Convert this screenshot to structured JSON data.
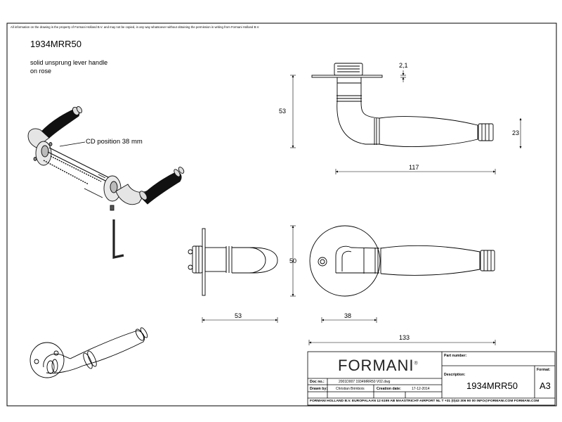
{
  "notice": "All information on the drawing is the property of Formani Holland B.V. and may not be copied, in any way whatsoever without obtaining the permission in writing from Formani Holland B.V.",
  "header": {
    "product_code": "1934MRR50",
    "description_line1": "solid unsprung lever handle",
    "description_line2": "on rose"
  },
  "exploded_view": {
    "cd_label": "CD position 38 mm"
  },
  "dimensions": {
    "plate_thickness": "2,1",
    "height": "53",
    "lever_end_diameter": "23",
    "projection": "117",
    "rose_diameter": "50",
    "side_depth": "53",
    "rose_to_lever": "38",
    "total_length": "133"
  },
  "title_block": {
    "logo": "FORMANI",
    "logo_mark": "®",
    "part_number_label": "Part number:",
    "description_label": "Description:",
    "format_label": "Format:",
    "doc_no_label": "Doc no.:",
    "doc_no_value": "2001D007 1934MRR50 V02.dwg",
    "drawn_by_label": "Drawn by:",
    "drawn_by_value": "Christian Brimbois",
    "creation_date_label": "Creation date:",
    "creation_date_value": "17-12-2014",
    "part_number_value": "1934MRR50",
    "format_value": "A3",
    "footer": "FORMANI HOLLAND B.V.  EUROPALAAN 12  6199 AB MAASTRICHT-AIRPORT NL  T +31 (0)43 306 90 00 INFO@FORMANI.COM FORMANI.COM"
  }
}
